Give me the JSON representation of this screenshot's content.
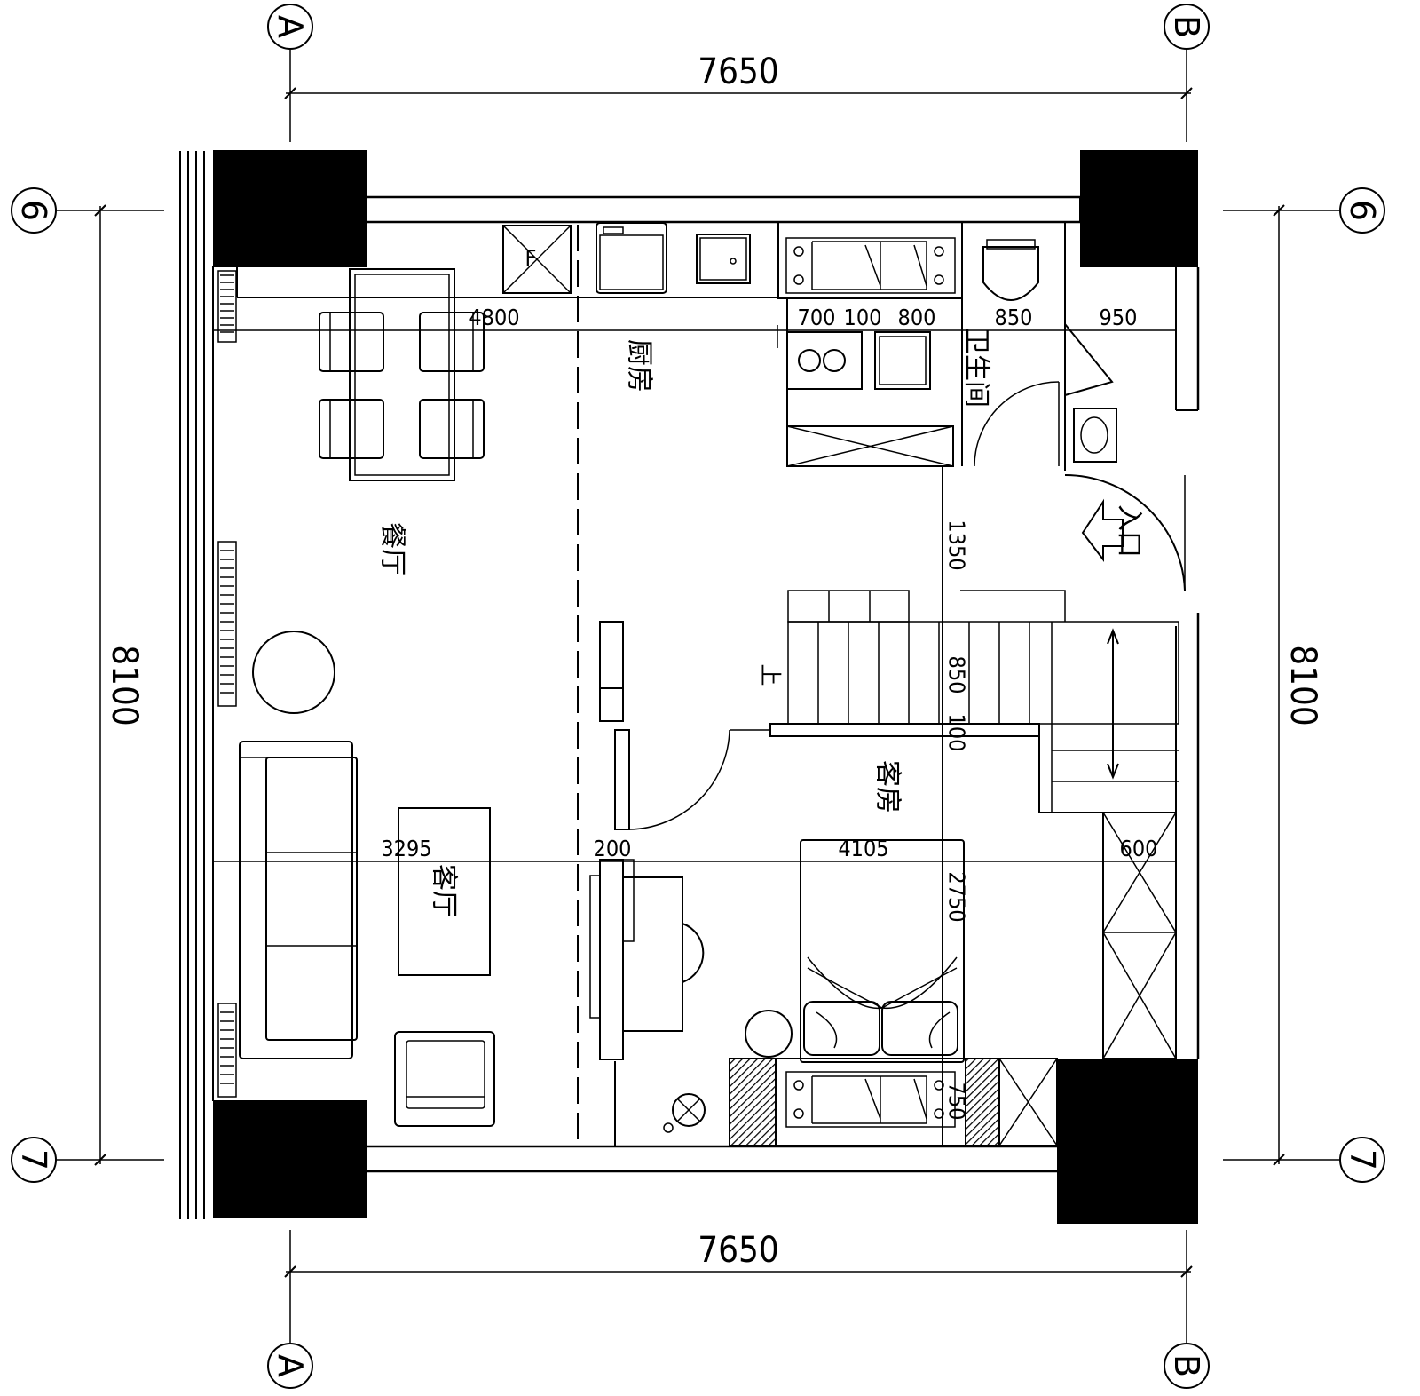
{
  "grid_axes": {
    "A": "A",
    "B": "B",
    "six": "6",
    "seven": "7"
  },
  "overall_dimensions": {
    "width_top": "7650",
    "width_bottom": "7650",
    "height_left": "8100",
    "height_right": "8100"
  },
  "rooms": {
    "kitchen": "厨房",
    "bathroom": "卫生间",
    "dining": "餐厅",
    "living": "客厅",
    "guest_room": "客房",
    "entrance": "入口"
  },
  "dimensions": {
    "d4800": "4800",
    "d700": "700",
    "d100a": "100",
    "d800": "800",
    "d850a": "850",
    "d950": "950",
    "d1350": "1350",
    "d850b": "850",
    "d100b": "100",
    "d3295": "3295",
    "d200": "200",
    "d4105": "4105",
    "d600": "600",
    "d2750": "2750",
    "d750": "750"
  },
  "annotations": {
    "fridge": "F",
    "stair_up": "上"
  }
}
